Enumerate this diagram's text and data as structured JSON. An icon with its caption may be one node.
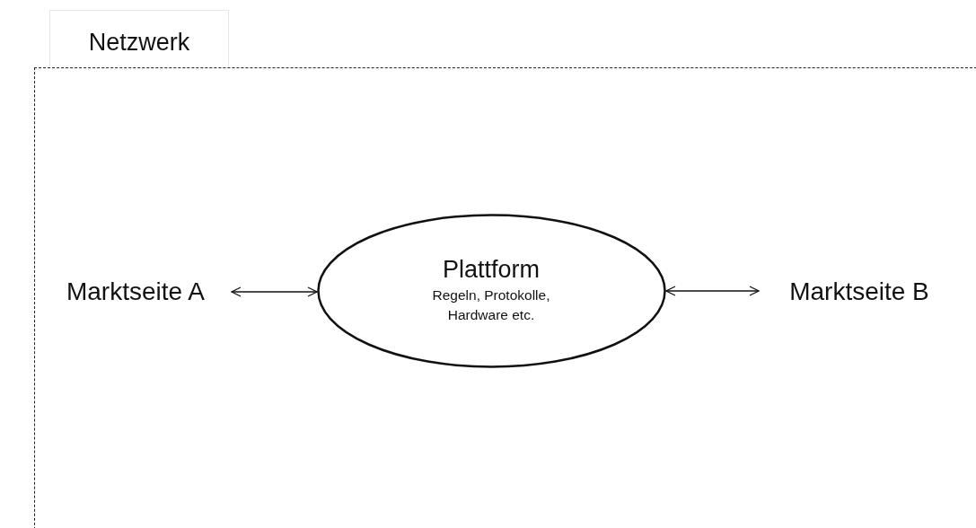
{
  "diagram": {
    "nodes": [
      {
        "text": [
          "Netzwerk"
        ]
      },
      {
        "text": [
          "Marktseite A"
        ],
        "in": 0
      },
      {
        "text": [
          "Plattform",
          "Regeln, Protokolle, Hardware etc."
        ],
        "in": 0
      },
      {
        "text": [
          "Marktseite B"
        ],
        "in": 0
      }
    ],
    "edges": [
      {
        "from": 1,
        "to": 2,
        "arrow": "both"
      },
      {
        "from": 2,
        "to": 3,
        "arrow": "both"
      }
    ]
  }
}
